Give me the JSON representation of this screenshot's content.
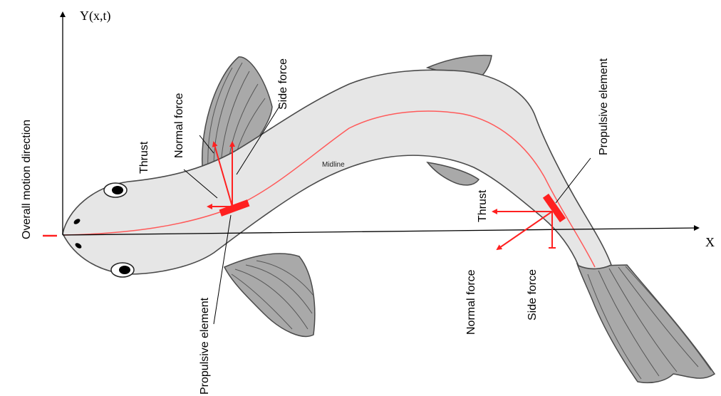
{
  "axes": {
    "y_label": "Y(x,t)",
    "x_label": "X"
  },
  "labels": {
    "overall_motion": "Overall motion direction",
    "thrust_front": "Thrust",
    "normal_force_front": "Normal force",
    "side_force_front": "Side force",
    "midline": "Midline",
    "propulsive_front": "Propulsive element",
    "propulsive_rear": "Propulsive element",
    "thrust_rear": "Thrust",
    "normal_force_rear": "Normal force",
    "side_force_rear": "Side force"
  },
  "colors": {
    "body": "#e6e6e6",
    "fin": "#a9a9a9",
    "outline": "#4a4a4a",
    "force": "#ff2020",
    "midline": "#ff5a5a",
    "axis": "#000000"
  }
}
